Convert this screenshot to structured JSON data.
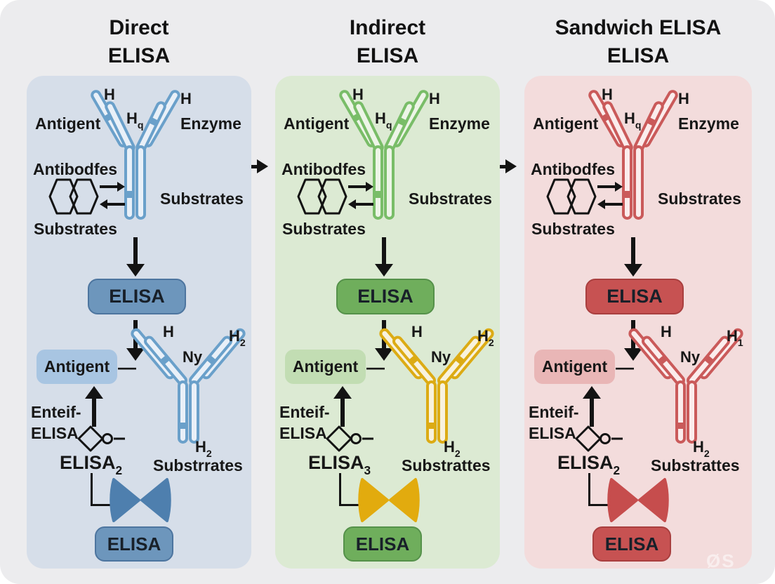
{
  "page": {
    "background": "#ececee",
    "watermark": "ØS"
  },
  "titles": [
    {
      "line1": "Direct",
      "line2": "ELISA"
    },
    {
      "line1": "Indirect",
      "line2": "ELISA"
    },
    {
      "line1": "Sandwich ELISA",
      "line2": "ELISA"
    }
  ],
  "panels": [
    {
      "id": "direct-elisa",
      "colors": {
        "bg": "#d6dee9",
        "button": "#6d96bc",
        "button_border": "#4d759f",
        "antigen_box": "#a8c5e2",
        "ab1": "#6aa0ca",
        "ab1_fill": "#e9f0f8",
        "ab2": "#6aa0ca",
        "ab2_fill": "#e9f0f8",
        "bowtie": "#4e7fae"
      },
      "top": {
        "h_left": "H",
        "h_center": "H",
        "h_center_sub": "q",
        "h_right": "H",
        "antigen": "Antigent",
        "enzyme": "Enzyme",
        "antibodies": "Antibodfes",
        "substrates_right": "Substrates",
        "substrates_left": "Substrates"
      },
      "middle": {
        "elisa_button": "ELISA"
      },
      "bottom": {
        "antigen_box": "Antigent",
        "dash": "—",
        "ab_h": "H",
        "ab_ny": "Ny",
        "ab_h_right": "H",
        "ab_h_right_sub": "2",
        "ab_h_bottom": "H",
        "ab_h_bottom_sub": "2",
        "substrates": "Substrrates",
        "enteif_line1": "Enteif-",
        "enteif_line2": "ELISA",
        "elisa_label": "ELISA",
        "elisa_label_sub": "2",
        "elisa_button": "ELISA"
      }
    },
    {
      "id": "indirect-elisa",
      "colors": {
        "bg": "#dcead3",
        "button": "#6fae5c",
        "button_border": "#55914a",
        "antigen_box": "#c2ddb3",
        "ab1": "#79bd68",
        "ab1_fill": "#edf5e7",
        "ab2": "#dcab14",
        "ab2_fill": "#f8f2dd",
        "bowtie": "#e2ab0e"
      },
      "top": {
        "h_left": "H",
        "h_center": "H",
        "h_center_sub": "q",
        "h_right": "H",
        "antigen": "Antigent",
        "enzyme": "Enzyme",
        "antibodies": "Antibodfes",
        "substrates_right": "Substrates",
        "substrates_left": "Substrates"
      },
      "middle": {
        "elisa_button": "ELISA"
      },
      "bottom": {
        "antigen_box": "Antigent",
        "dash": "—",
        "ab_h": "H",
        "ab_ny": "Ny",
        "ab_h_right": "H",
        "ab_h_right_sub": "2",
        "ab_h_bottom": "H",
        "ab_h_bottom_sub": "2",
        "substrates": "Substrattes",
        "enteif_line1": "Enteif-",
        "enteif_line2": "ELISA",
        "elisa_label": "ELISA",
        "elisa_label_sub": "3",
        "elisa_button": "ELISA"
      }
    },
    {
      "id": "sandwich-elisa",
      "colors": {
        "bg": "#f3dcdc",
        "button": "#c75252",
        "button_border": "#a93f3f",
        "antigen_box": "#e9b6b6",
        "ab1": "#ca5a5a",
        "ab1_fill": "#fbecec",
        "ab2": "#ca5a5a",
        "ab2_fill": "#fbecec",
        "bowtie": "#c64d4d"
      },
      "top": {
        "h_left": "H",
        "h_center": "H",
        "h_center_sub": "q",
        "h_right": "H",
        "antigen": "Antigent",
        "enzyme": "Enzyme",
        "antibodies": "Antibodfes",
        "substrates_right": "Substrates",
        "substrates_left": "Substrates"
      },
      "middle": {
        "elisa_button": "ELISA"
      },
      "bottom": {
        "antigen_box": "Antigent",
        "dash": "—",
        "ab_h": "H",
        "ab_ny": "Ny",
        "ab_h_right": "H",
        "ab_h_right_sub": "1",
        "ab_h_bottom": "H",
        "ab_h_bottom_sub": "2",
        "substrates": "Substrattes",
        "enteif_line1": "Enteif-",
        "enteif_line2": "ELISA",
        "elisa_label": "ELISA",
        "elisa_label_sub": "2",
        "elisa_button": "ELISA"
      }
    }
  ]
}
